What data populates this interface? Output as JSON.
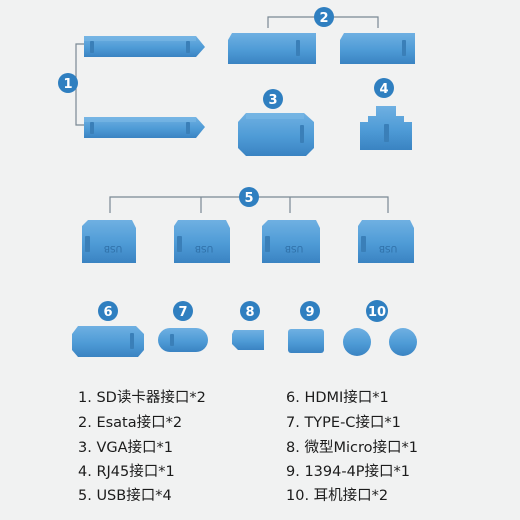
{
  "colors": {
    "plug_fill": "#4e9bd6",
    "plug_shade": "#3a7fb8",
    "plug_light": "#7bb9e6",
    "badge_fill": "#2f7fc0",
    "connector_line": "#7a8994",
    "text": "#1c1c1c"
  },
  "badges": [
    "1",
    "2",
    "3",
    "4",
    "5",
    "6",
    "7",
    "8",
    "9",
    "10"
  ],
  "usb_label": "USB",
  "legend": [
    "1. SD读卡器接口*2",
    "2. Esata接口*2",
    "3. VGA接口*1",
    "4. RJ45接口*1",
    "5. USB接口*4",
    "6. HDMI接口*1",
    "7. TYPE-C接口*1",
    "8. 微型Micro接口*1",
    "9. 1394-4P接口*1",
    "10. 耳机接口*2"
  ]
}
